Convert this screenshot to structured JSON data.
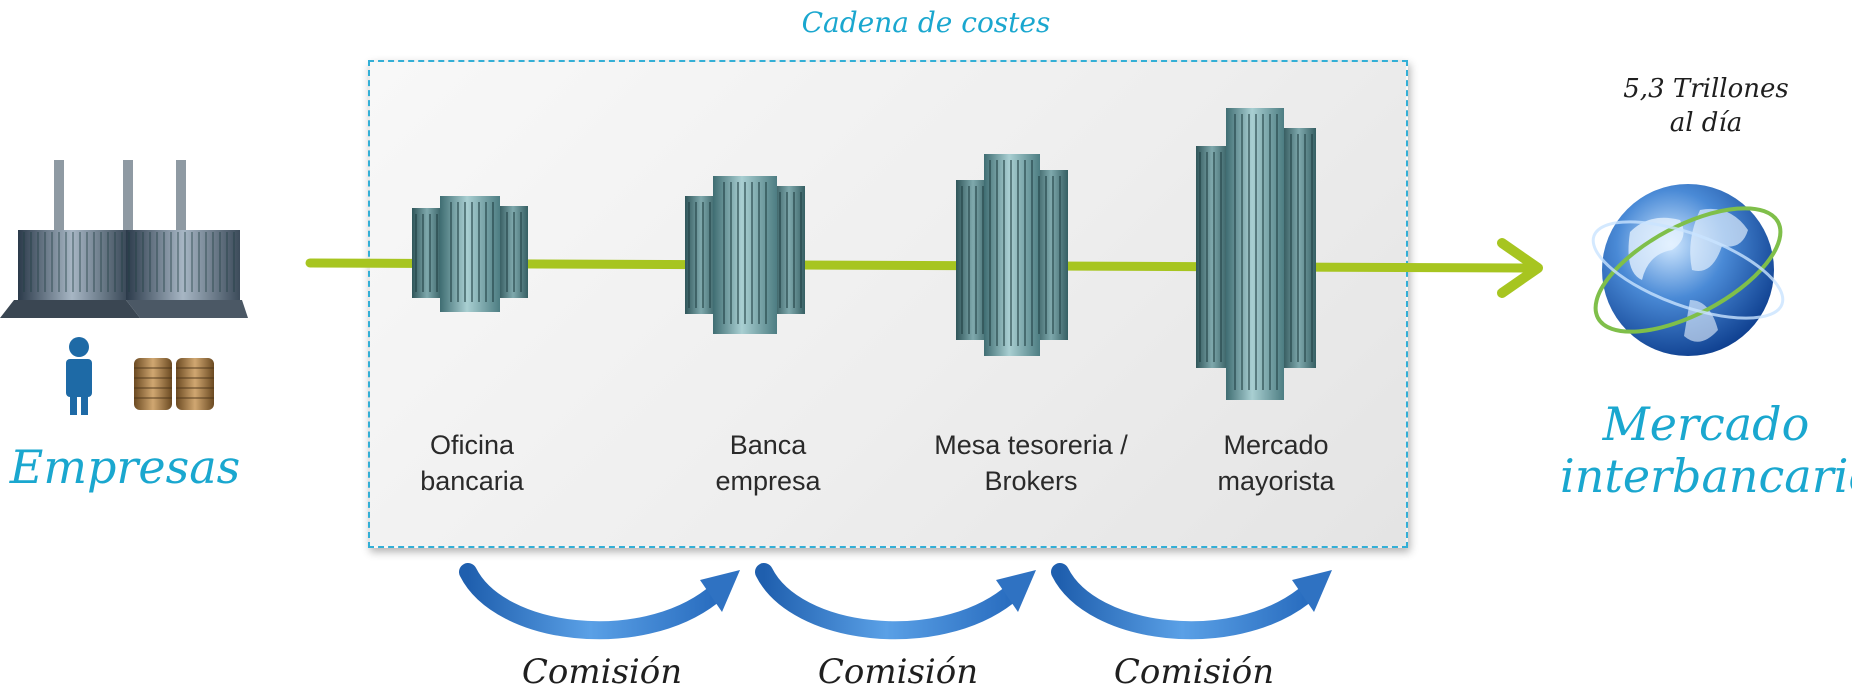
{
  "title": "Cadena de costes",
  "source": {
    "label": "Empresas"
  },
  "target": {
    "label_line1": "Mercado",
    "label_line2": "interbancario",
    "volume_line1": "5,3 Trillones",
    "volume_line2": "al día"
  },
  "stages": [
    {
      "line1": "Oficina",
      "line2": "bancaria"
    },
    {
      "line1": "Banca",
      "line2": "empresa"
    },
    {
      "line1": "Mesa tesoreria /",
      "line2": "Brokers"
    },
    {
      "line1": "Mercado",
      "line2": "mayorista"
    }
  ],
  "fees": [
    {
      "label": "Comisión"
    },
    {
      "label": "Comisión"
    },
    {
      "label": "Comisión"
    }
  ],
  "colors": {
    "accent": "#1aa7cf",
    "flow_line": "#a7c520",
    "fee_arrow": "#3c7dc8",
    "building": "#6f9ea3"
  },
  "icons": [
    "factory-icon",
    "person-icon",
    "coins-icon",
    "building-icon",
    "globe-icon",
    "curved-arrow-icon"
  ]
}
